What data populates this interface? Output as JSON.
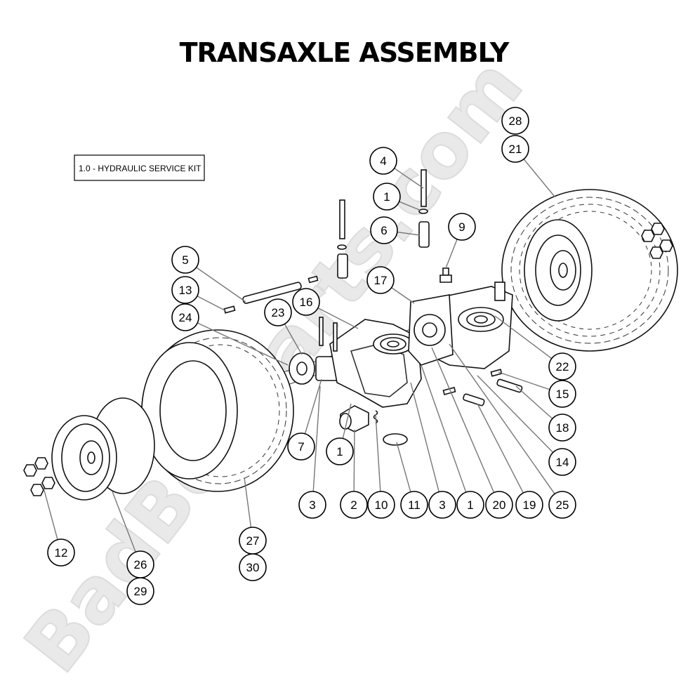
{
  "diagram": {
    "title": "TRANSAXLE ASSEMBLY",
    "service_kit_label": "1.0 - HYDRAULIC SERVICE KIT",
    "watermark": "BadBoyParts.com",
    "callouts": [
      {
        "label": "28"
      },
      {
        "label": "21"
      },
      {
        "label": "4"
      },
      {
        "label": "1"
      },
      {
        "label": "6"
      },
      {
        "label": "9"
      },
      {
        "label": "5"
      },
      {
        "label": "17"
      },
      {
        "label": "13"
      },
      {
        "label": "16"
      },
      {
        "label": "23"
      },
      {
        "label": "24"
      },
      {
        "label": "22"
      },
      {
        "label": "15"
      },
      {
        "label": "18"
      },
      {
        "label": "7"
      },
      {
        "label": "1"
      },
      {
        "label": "14"
      },
      {
        "label": "3"
      },
      {
        "label": "2"
      },
      {
        "label": "10"
      },
      {
        "label": "11"
      },
      {
        "label": "3"
      },
      {
        "label": "1"
      },
      {
        "label": "20"
      },
      {
        "label": "19"
      },
      {
        "label": "25"
      },
      {
        "label": "12"
      },
      {
        "label": "27"
      },
      {
        "label": "26"
      },
      {
        "label": "30"
      },
      {
        "label": "29"
      }
    ]
  }
}
